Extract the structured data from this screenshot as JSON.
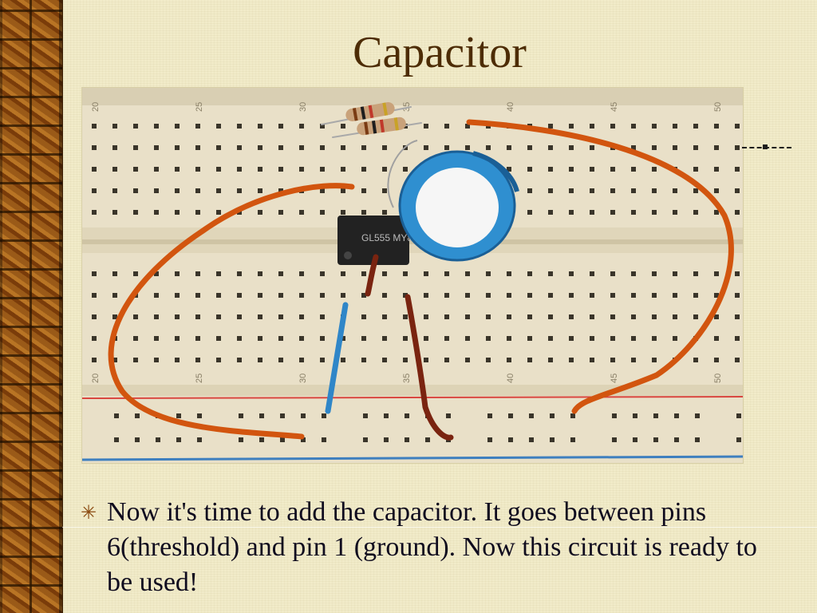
{
  "slide": {
    "title": "Capacitor",
    "bullet_icon": "asterisk-bullet-icon",
    "body": "Now it's time to add the capacitor. It goes between pins 6(threshold) and pin 1 (ground). Now this circuit is ready to be used!"
  },
  "photo": {
    "description_icon": "breadboard-photo",
    "column_numbers_top": [
      "20",
      "25",
      "30",
      "35",
      "40",
      "45",
      "50"
    ],
    "column_numbers_bottom": [
      "20",
      "25",
      "30",
      "35",
      "40",
      "45",
      "50"
    ],
    "chip_label": "GL555 MY800A"
  },
  "colors": {
    "title": "#4d2c05",
    "background": "#f1ebc9",
    "strip": "#9a5a18",
    "wire_orange": "#d2550f",
    "wire_blue": "#2f86c8",
    "wire_brown": "#7a2410",
    "capacitor": "#2f8fd0"
  }
}
